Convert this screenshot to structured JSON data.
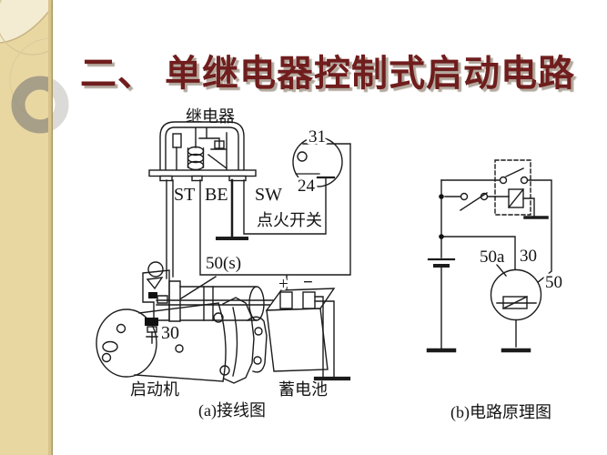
{
  "slide": {
    "title": "二、 单继电器控制式启动电路"
  },
  "colors": {
    "background": "#ffffff",
    "title_text": "#701d1d",
    "title_shadow": "#b2a89d",
    "sidebar_bg": "#e9d7a2",
    "sidebar_top_bg": "#f3ecd2",
    "sidebar_edge": "#d9c48c",
    "ring_gray": "#8a887e",
    "line_color": "#1c1c1c"
  },
  "wiring": {
    "caption": "(a)接线图",
    "relay_label": "继电器",
    "terminal_st": "ST",
    "terminal_be": "BE",
    "terminal_sw": "SW",
    "ignition_label": "点火开关",
    "terminal_31": "31",
    "terminal_24": "24",
    "terminal_50s": "50(s)",
    "terminal_30": "30",
    "starter_label": "启动机",
    "battery_label": "蓄电池",
    "battery_plus": "+",
    "battery_minus": "−"
  },
  "schematic": {
    "caption": "(b)电路原理图",
    "terminal_50a": "50a",
    "terminal_30": "30",
    "terminal_50": "50"
  }
}
